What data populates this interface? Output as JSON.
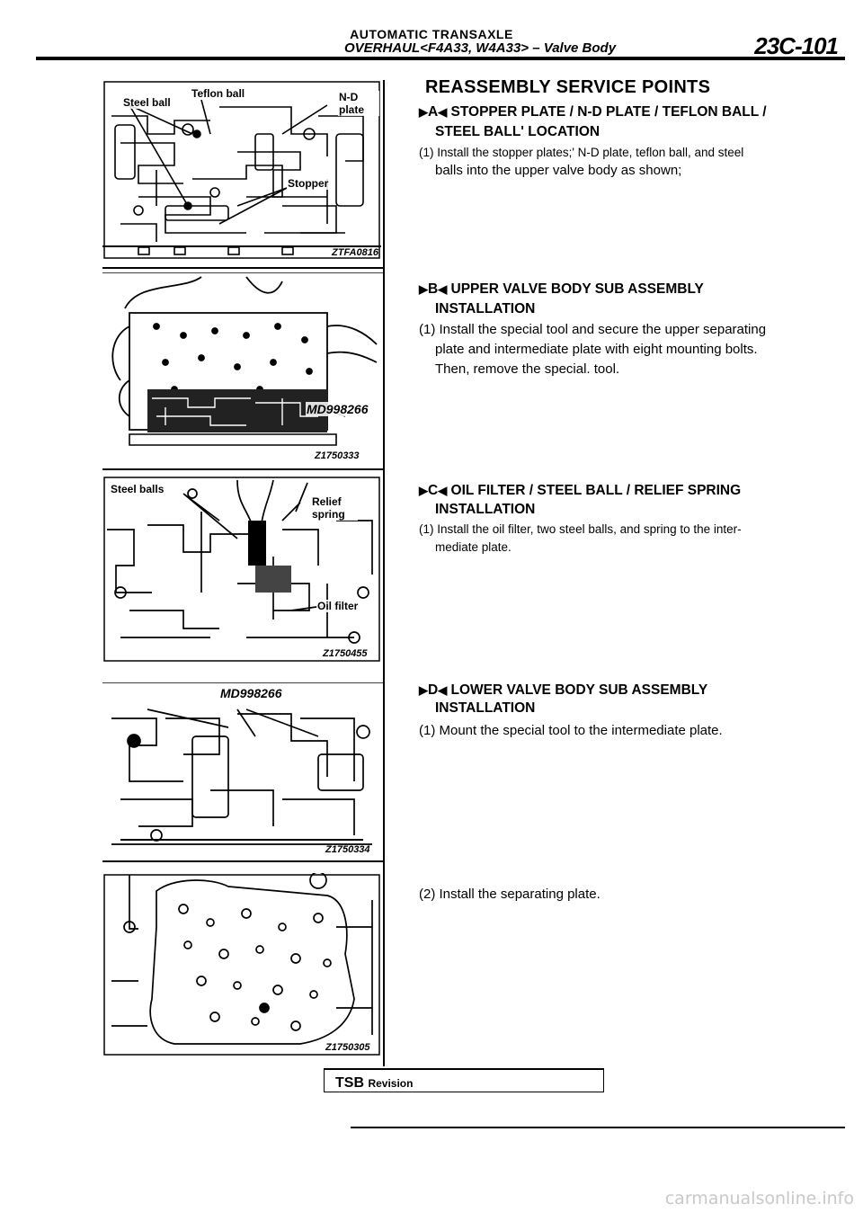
{
  "header": {
    "title": "AUTOMATIC TRANSAXLE",
    "subtitle": "OVERHAUL<F4A33, W4A33> – Valve Body",
    "page_number": "23C-101"
  },
  "figures": [
    {
      "id": "ZTFA0816",
      "labels": [
        "Steel ball",
        "Teflon ball",
        "N-D plate",
        "Stopper"
      ]
    },
    {
      "id": "Z1750333",
      "labels": [
        "MD998266"
      ]
    },
    {
      "id": "Z1750455",
      "labels": [
        "Steel balls",
        "Relief spring",
        "Oil filter"
      ]
    },
    {
      "id": "Z1750334",
      "labels": [
        "MD998266"
      ]
    },
    {
      "id": "Z1750305",
      "labels": []
    }
  ],
  "main_heading": "REASSEMBLY SERVICE POINTS",
  "sections": [
    {
      "marker": "A",
      "title_line1": "STOPPER PLATE / N-D PLATE / TEFLON BALL /",
      "title_line2": "STEEL BALL' LOCATION",
      "steps": [
        {
          "line1": "(1) Install the stopper plates;' N-D plate, teflon ball, and steel",
          "line2": "balls into the upper valve body as shown;"
        }
      ]
    },
    {
      "marker": "B",
      "title_line1": "UPPER VALVE BODY SUB ASSEMBLY",
      "title_line2": "INSTALLATION",
      "steps": [
        {
          "line1": "(1) Install the special tool and secure the upper separating",
          "line2": "plate and intermediate plate with eight mounting bolts.",
          "line3": "Then, remove the special. tool."
        }
      ]
    },
    {
      "marker": "C",
      "title_line1": "OIL FILTER / STEEL BALL / RELIEF SPRING",
      "title_line2": "INSTALLATION",
      "steps": [
        {
          "line1": "(1) Install the oil filter, two steel balls, and spring to the inter-",
          "line2": "mediate plate."
        }
      ]
    },
    {
      "marker": "D",
      "title_line1": "LOWER VALVE BODY SUB ASSEMBLY",
      "title_line2": "INSTALLATION",
      "steps": [
        {
          "line1": "(1) Mount the special tool to the intermediate plate."
        },
        {
          "line1": "(2) Install the separating plate."
        }
      ]
    }
  ],
  "footer": {
    "tsb": "TSB",
    "revision": "Revision",
    "watermark": "carmanualsonline.info"
  }
}
